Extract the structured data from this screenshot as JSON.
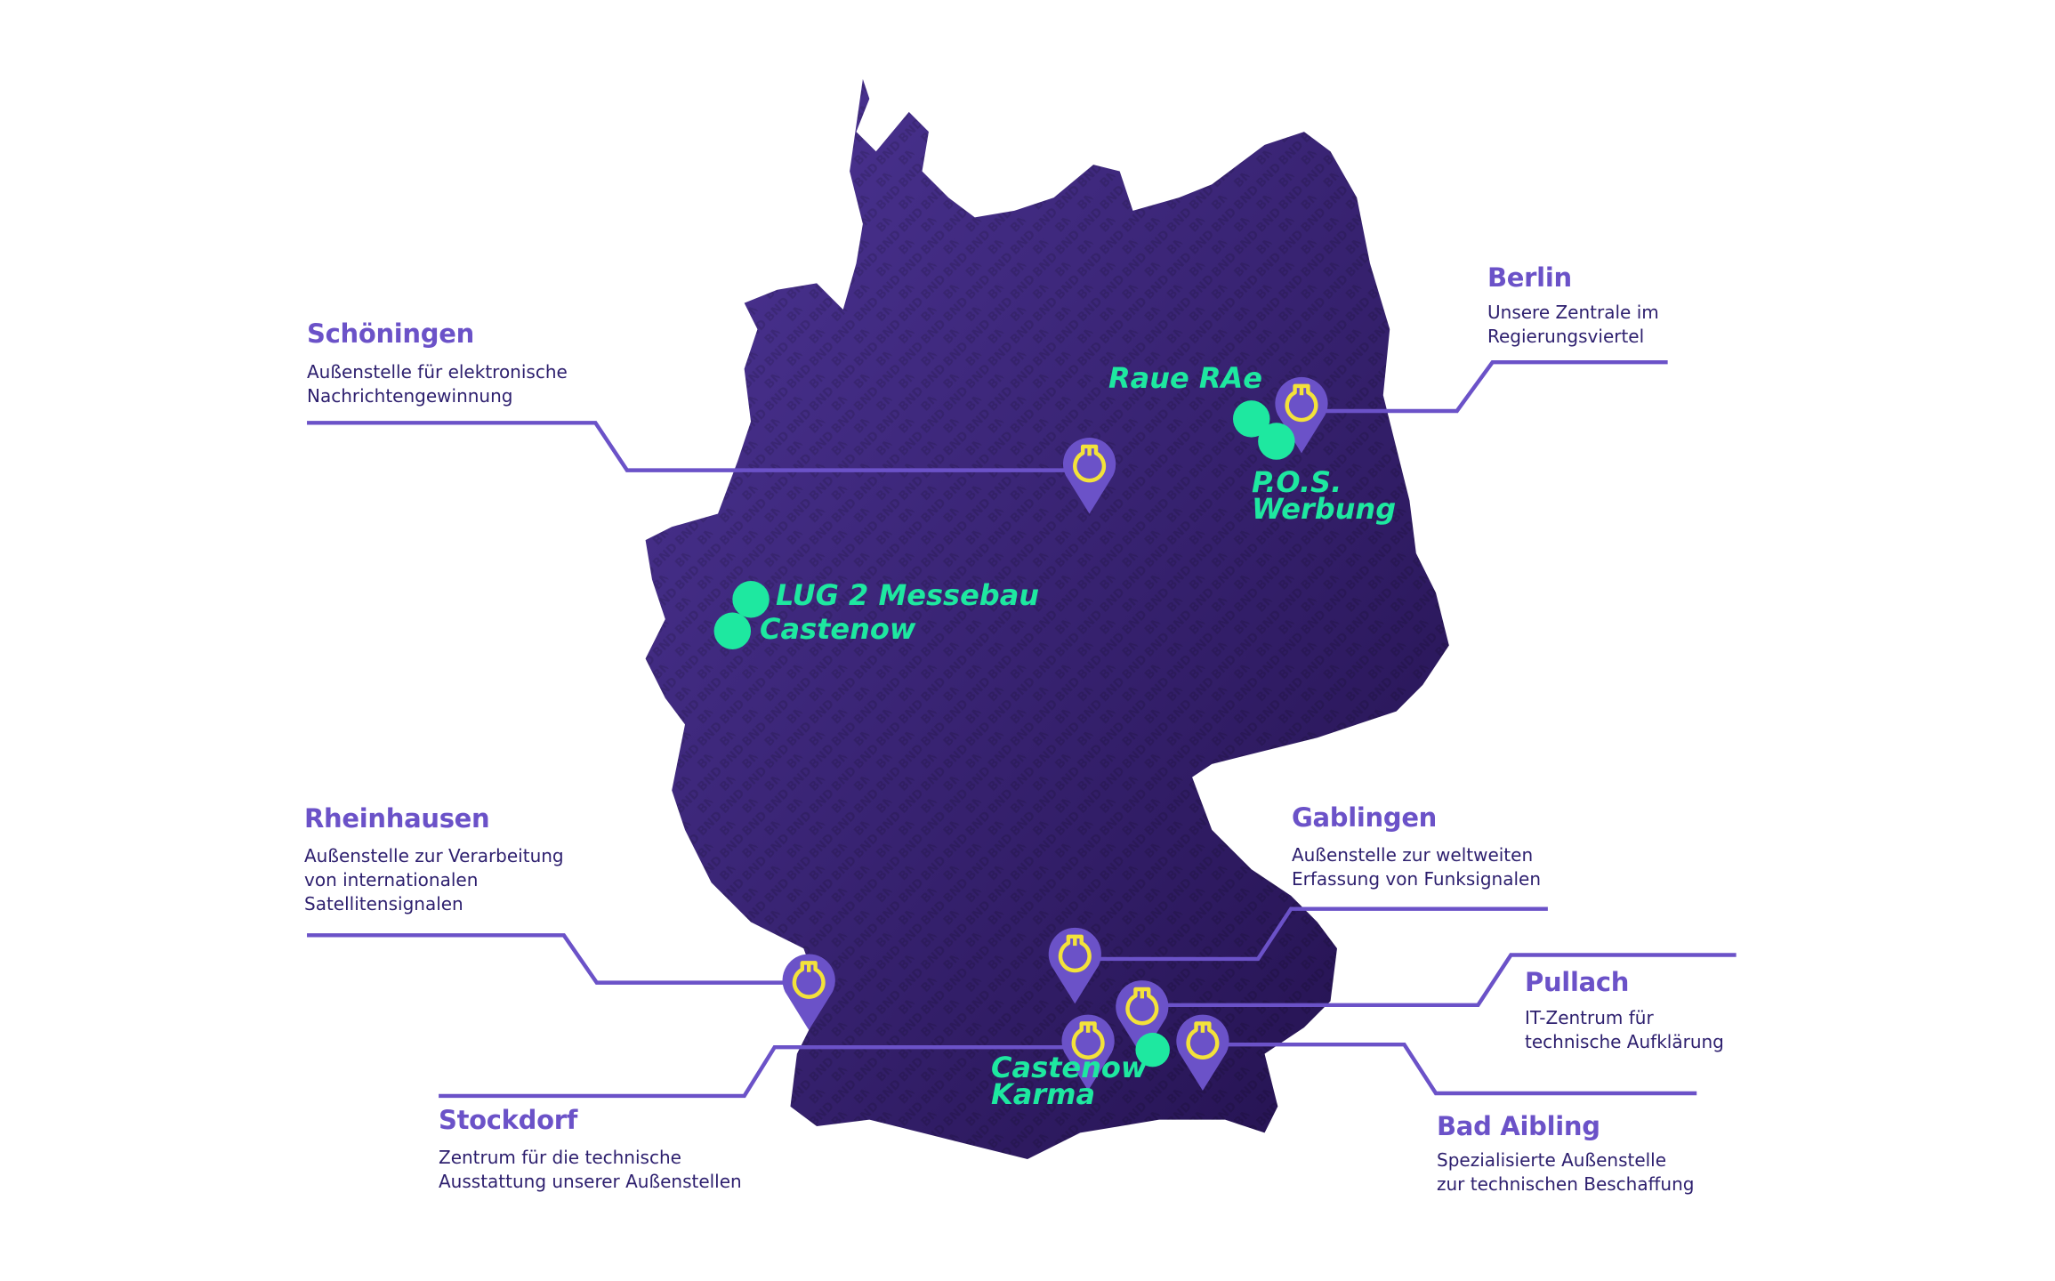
{
  "watermark": "BND",
  "colors": {
    "accent": "#6b52c8",
    "text": "#2d1f6e",
    "partner": "#1ee8a0",
    "icon": "#f3e23a",
    "map_top": "#4d3596",
    "map_bottom": "#24124f"
  },
  "locations": {
    "schoeningen": {
      "title": "Schöningen",
      "desc": [
        "Außenstelle für elektronische",
        "Nachrichtengewinnung"
      ]
    },
    "berlin": {
      "title": "Berlin",
      "desc": [
        "Unsere Zentrale im",
        "Regierungsviertel"
      ]
    },
    "rheinhausen": {
      "title": "Rheinhausen",
      "desc": [
        "Außenstelle zur Verarbeitung",
        "von internationalen",
        "Satellitensignalen"
      ]
    },
    "gablingen": {
      "title": "Gablingen",
      "desc": [
        "Außenstelle zur weltweiten",
        "Erfassung von Funksignalen"
      ]
    },
    "pullach": {
      "title": "Pullach",
      "desc": [
        "IT-Zentrum für",
        "technische Aufklärung"
      ]
    },
    "bad_aibling": {
      "title": "Bad Aibling",
      "desc": [
        "Spezialisierte Außenstelle",
        "zur technischen Beschaffung"
      ]
    },
    "stockdorf": {
      "title": "Stockdorf",
      "desc": [
        "Zentrum für die technische",
        "Ausstattung unserer Außenstellen"
      ]
    }
  },
  "partners": {
    "raue": [
      "Raue RAe"
    ],
    "pos": [
      "P.O.S.",
      "Werbung"
    ],
    "lug": [
      "LUG 2 Messebau"
    ],
    "castenow_west": [
      "Castenow"
    ],
    "castenow_karma": [
      "Castenow",
      "Karma"
    ]
  }
}
